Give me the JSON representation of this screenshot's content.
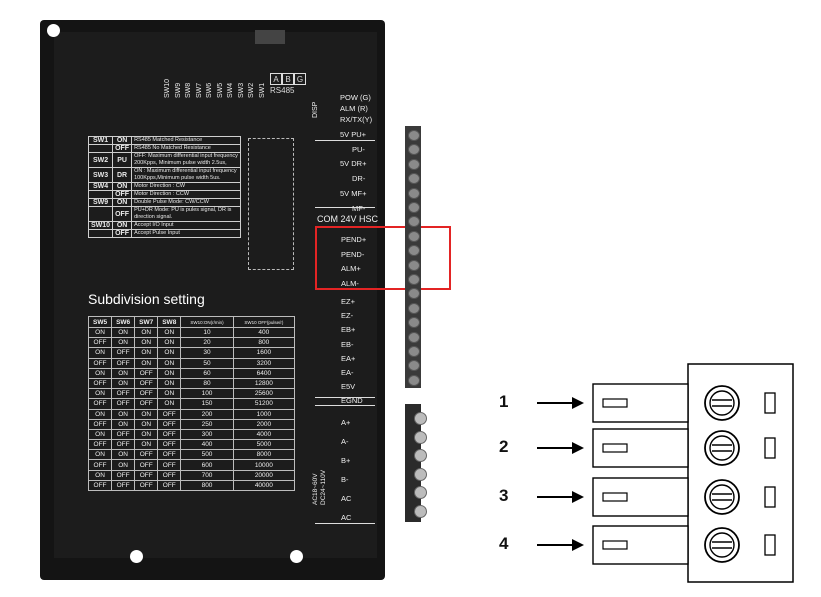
{
  "driver": {
    "dip_switches": [
      "SW10",
      "SW9",
      "SW8",
      "SW7",
      "SW6",
      "SW5",
      "SW4",
      "SW3",
      "SW2",
      "SW1"
    ],
    "abg": [
      "A",
      "B",
      "G"
    ],
    "rs485": "RS485",
    "disp_label": "DISP",
    "disp_lines": [
      "POW (G)",
      "ALM (R)",
      "RX/TX(Y)"
    ],
    "sw_table": [
      {
        "sw": "SW1",
        "state": "ON",
        "desc": "RS485 Matched Resistance"
      },
      {
        "sw": "",
        "state": "OFF",
        "desc": "RS485 No Matched Resistance"
      },
      {
        "sw": "SW2",
        "state": "PU",
        "desc": "OFF: Maximum differential input frequency 200Kpps, Minimum pulse width 2.5us,"
      },
      {
        "sw": "SW3",
        "state": "DR",
        "desc": "ON : Maximum differential input frequency 100Kpps,Minimum pulse width 5us."
      },
      {
        "sw": "SW4",
        "state": "ON",
        "desc": "Motor Direction : CW"
      },
      {
        "sw": "",
        "state": "OFF",
        "desc": "Motor Direction : CCW"
      },
      {
        "sw": "SW9",
        "state": "ON",
        "desc": "Double Pulse Mode: CW/CCW"
      },
      {
        "sw": "",
        "state": "OFF",
        "desc": "PU+DR Mode: PU is pules signal, DR is direction signal."
      },
      {
        "sw": "SW10",
        "state": "ON",
        "desc": "Accept I/O Input"
      },
      {
        "sw": "",
        "state": "OFF",
        "desc": "Accept Pulse Input"
      }
    ],
    "subdivision_title": "Subdivision setting",
    "sub_headers": [
      "SW5",
      "SW6",
      "SW7",
      "SW8",
      "SW10:ON(r/min)",
      "SW10 OFF(pulse/r)"
    ],
    "sub_rows": [
      [
        "ON",
        "ON",
        "ON",
        "ON",
        "10",
        "400"
      ],
      [
        "OFF",
        "ON",
        "ON",
        "ON",
        "20",
        "800"
      ],
      [
        "ON",
        "OFF",
        "ON",
        "ON",
        "30",
        "1600"
      ],
      [
        "OFF",
        "OFF",
        "ON",
        "ON",
        "50",
        "3200"
      ],
      [
        "ON",
        "ON",
        "OFF",
        "ON",
        "60",
        "6400"
      ],
      [
        "OFF",
        "ON",
        "OFF",
        "ON",
        "80",
        "12800"
      ],
      [
        "ON",
        "OFF",
        "OFF",
        "ON",
        "100",
        "25600"
      ],
      [
        "OFF",
        "OFF",
        "OFF",
        "ON",
        "150",
        "51200"
      ],
      [
        "ON",
        "ON",
        "ON",
        "OFF",
        "200",
        "1000"
      ],
      [
        "OFF",
        "ON",
        "ON",
        "OFF",
        "250",
        "2000"
      ],
      [
        "ON",
        "OFF",
        "ON",
        "OFF",
        "300",
        "4000"
      ],
      [
        "OFF",
        "OFF",
        "ON",
        "OFF",
        "400",
        "5000"
      ],
      [
        "ON",
        "ON",
        "OFF",
        "OFF",
        "500",
        "8000"
      ],
      [
        "OFF",
        "ON",
        "OFF",
        "OFF",
        "600",
        "10000"
      ],
      [
        "ON",
        "OFF",
        "OFF",
        "OFF",
        "700",
        "20000"
      ],
      [
        "OFF",
        "OFF",
        "OFF",
        "OFF",
        "800",
        "40000"
      ]
    ],
    "terminals_top": [
      "5V PU+",
      "PU-",
      "5V DR+",
      "DR-",
      "5V MF+",
      "MF-"
    ],
    "com_line": "COM 24V HSC",
    "terminals_alarm": [
      "PEND+",
      "PEND-",
      "ALM+",
      "ALM-"
    ],
    "terminals_encoder": [
      "EZ+",
      "EZ-",
      "EB+",
      "EB-",
      "EA+",
      "EA-",
      "E5V",
      "EGND"
    ],
    "terminals_power": [
      "A+",
      "A-",
      "B+",
      "B-",
      "AC",
      "AC"
    ],
    "power_rating": [
      "AC18~60V",
      "DC24~110V"
    ]
  },
  "connector": {
    "pins": [
      "1",
      "2",
      "3",
      "4"
    ]
  },
  "colors": {
    "highlight": "#e32424",
    "body": "#1c1c1c"
  }
}
